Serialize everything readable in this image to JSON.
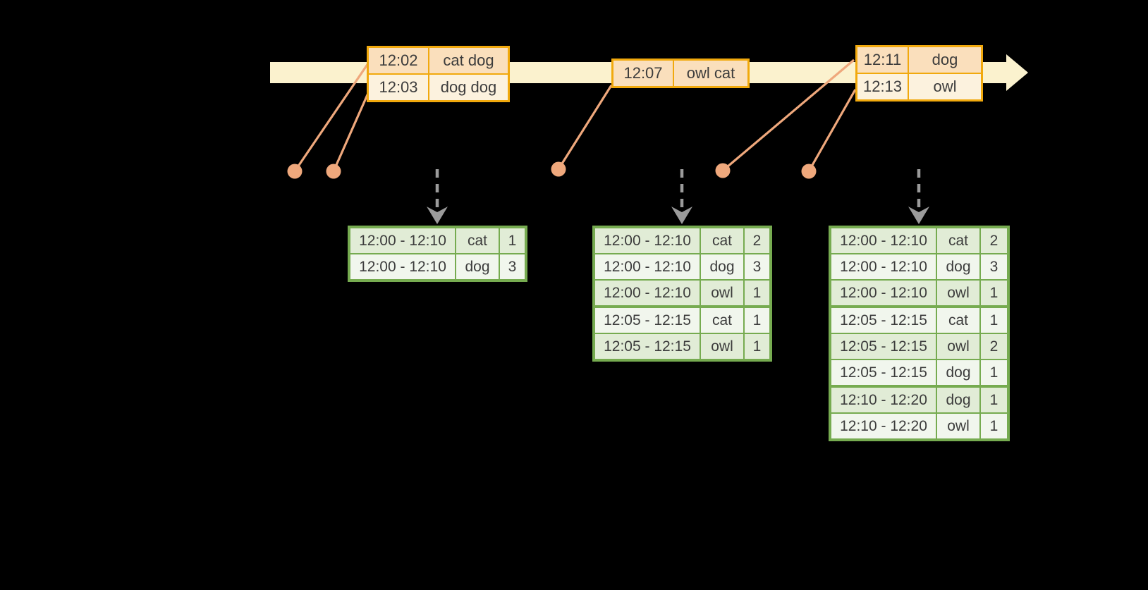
{
  "diagram_title": "windowed-grouped-aggregation-stream",
  "colors": {
    "background": "#000000",
    "timeline_fill": "#FBF2CE",
    "event_border": "#F1A90D",
    "event_row_odd": "#FADFBC",
    "event_row_even": "#FCF2DE",
    "connector": "#EFA87C",
    "dashed_arrow": "#9B9B9B",
    "result_border": "#76AB50",
    "result_row_odd": "#E1ECD6",
    "result_row_even": "#F1F6ED",
    "text": "#3C3C3C"
  },
  "timeline": {
    "event_tables": [
      {
        "rows": [
          {
            "time": "12:02",
            "words": "cat dog"
          },
          {
            "time": "12:03",
            "words": "dog dog"
          }
        ]
      },
      {
        "rows": [
          {
            "time": "12:07",
            "words": "owl cat"
          }
        ]
      },
      {
        "rows": [
          {
            "time": "12:11",
            "words": "dog"
          },
          {
            "time": "12:13",
            "words": "owl"
          }
        ]
      }
    ]
  },
  "result_tables": [
    {
      "rows": [
        {
          "window": "12:00 - 12:10",
          "word": "cat",
          "count": "1",
          "group_start": true
        },
        {
          "window": "12:00 - 12:10",
          "word": "dog",
          "count": "3"
        }
      ]
    },
    {
      "rows": [
        {
          "window": "12:00 - 12:10",
          "word": "cat",
          "count": "2",
          "group_start": true
        },
        {
          "window": "12:00 - 12:10",
          "word": "dog",
          "count": "3"
        },
        {
          "window": "12:00 - 12:10",
          "word": "owl",
          "count": "1"
        },
        {
          "window": "12:05 - 12:15",
          "word": "cat",
          "count": "1",
          "group_start": true
        },
        {
          "window": "12:05 - 12:15",
          "word": "owl",
          "count": "1"
        }
      ]
    },
    {
      "rows": [
        {
          "window": "12:00 - 12:10",
          "word": "cat",
          "count": "2",
          "group_start": true
        },
        {
          "window": "12:00 - 12:10",
          "word": "dog",
          "count": "3"
        },
        {
          "window": "12:00 - 12:10",
          "word": "owl",
          "count": "1"
        },
        {
          "window": "12:05 - 12:15",
          "word": "cat",
          "count": "1",
          "group_start": true
        },
        {
          "window": "12:05 - 12:15",
          "word": "owl",
          "count": "2"
        },
        {
          "window": "12:05 - 12:15",
          "word": "dog",
          "count": "1"
        },
        {
          "window": "12:10 - 12:20",
          "word": "dog",
          "count": "1",
          "group_start": true
        },
        {
          "window": "12:10 - 12:20",
          "word": "owl",
          "count": "1"
        }
      ]
    }
  ]
}
